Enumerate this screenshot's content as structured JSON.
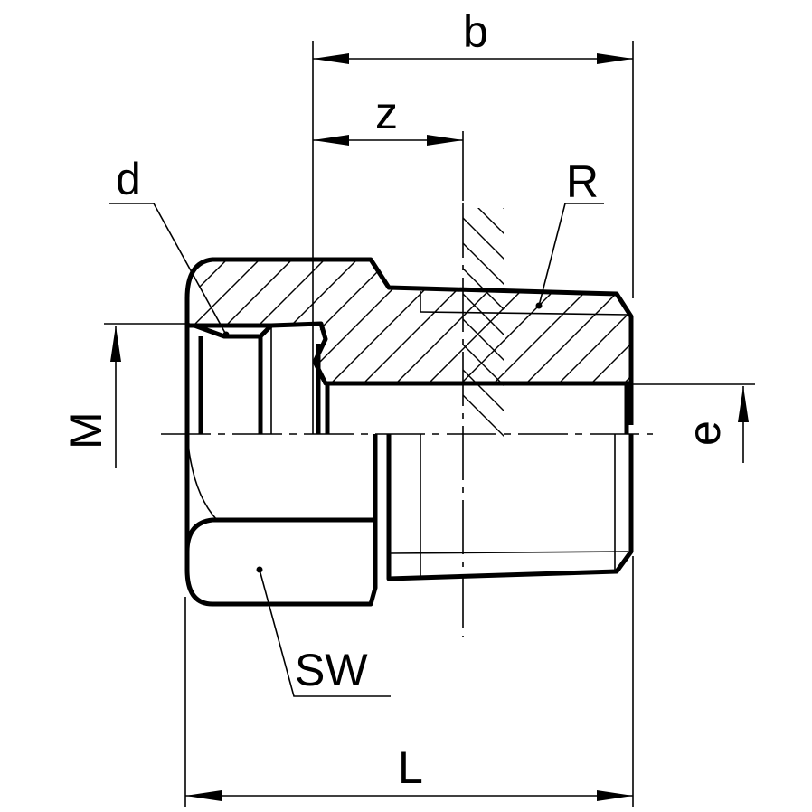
{
  "labels": {
    "b": "b",
    "z": "z",
    "d": "d",
    "R": "R",
    "M": "M",
    "e": "e",
    "SW": "SW",
    "L": "L"
  },
  "colors": {
    "line": "#000000",
    "background": "#ffffff"
  }
}
